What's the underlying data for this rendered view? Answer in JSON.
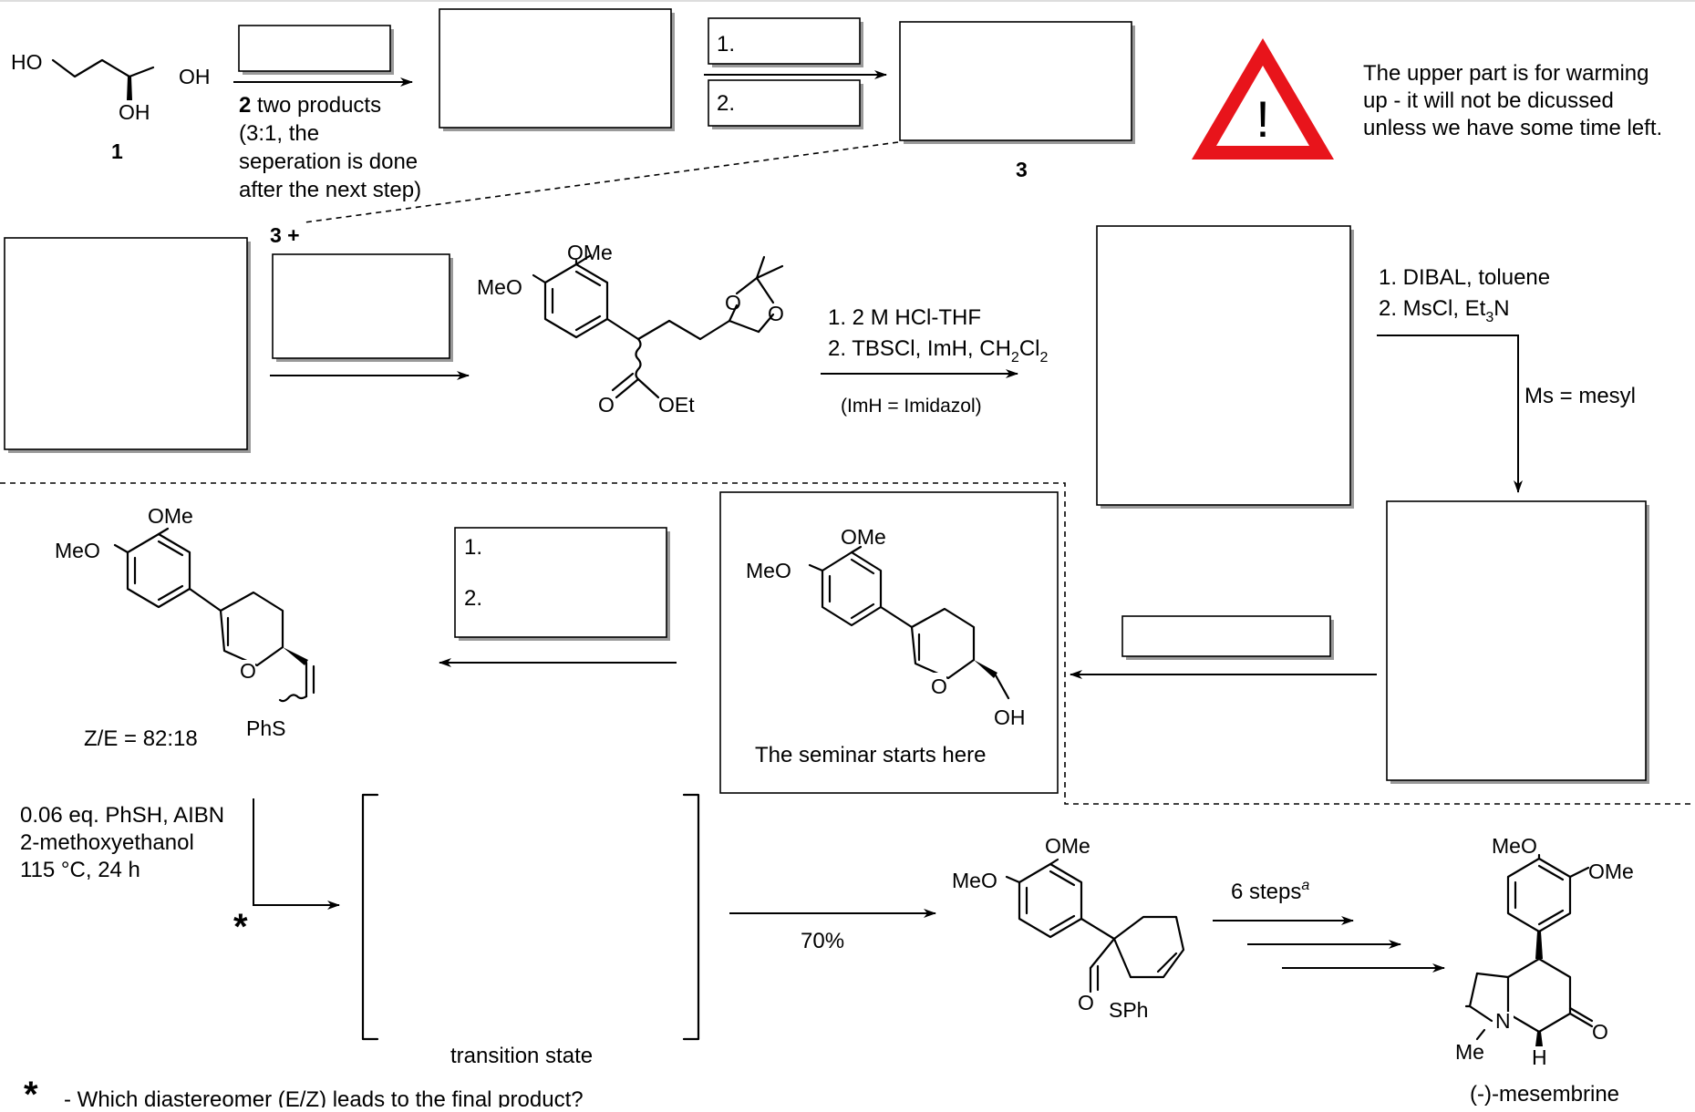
{
  "compound_numbers": {
    "c1": "1",
    "c3": "3",
    "c3_plus": "3 +",
    "two": "2"
  },
  "step1": {
    "reagent_rest": " two products",
    "line2": "(3:1, the",
    "line3": "seperation is done",
    "line4": "after the next step)"
  },
  "step2": {
    "item1": "1.",
    "item2": "2."
  },
  "warning": {
    "icon_glyph": "!",
    "line1": "The upper part is for warming",
    "line2": "up - it will not be dicussed",
    "line3": "unless we have some time left."
  },
  "step_acetonide": {
    "line1": "1. 2 M HCl-THF",
    "line2": "2. TBSCl, ImH, CH",
    "line2_sub": "2",
    "line2_tail": "Cl",
    "line2_sub2": "2",
    "note": "(ImH = Imidazol)"
  },
  "step_dibal": {
    "line1": "1. DIBAL, toluene",
    "line2": "2. MsCl, Et",
    "line2_sub": "3",
    "line2_tail": "N",
    "note": "Ms = mesyl"
  },
  "step_vinyl": {
    "item1": "1.",
    "item2": "2."
  },
  "seminar": {
    "caption": "The seminar starts here"
  },
  "ze": {
    "ratio": "Z/E = 82:18"
  },
  "radical": {
    "line1": "0.06 eq. PhSH, AIBN",
    "line2": "2-methoxyethanol",
    "line3": "115 °C, 24 h",
    "star": "*"
  },
  "ts": {
    "label": "transition state"
  },
  "yield": {
    "value": "70%"
  },
  "final_steps": {
    "text": "6 steps",
    "sup": "a"
  },
  "product": {
    "name": "(-)-mesembrine"
  },
  "question": {
    "star": "*",
    "text": "- Which diastereomer (E/Z) leads to the final product?"
  },
  "atoms": {
    "HO": "HO",
    "OH": "OH",
    "OMe": "OMe",
    "MeO": "MeO",
    "O": "O",
    "OEt": "OEt",
    "PhS": "PhS",
    "SPh": "SPh",
    "N": "N",
    "H": "H",
    "Me": "Me"
  },
  "colors": {
    "warning_red": "#e8141b",
    "box_shadow": "#9a9a9a"
  }
}
